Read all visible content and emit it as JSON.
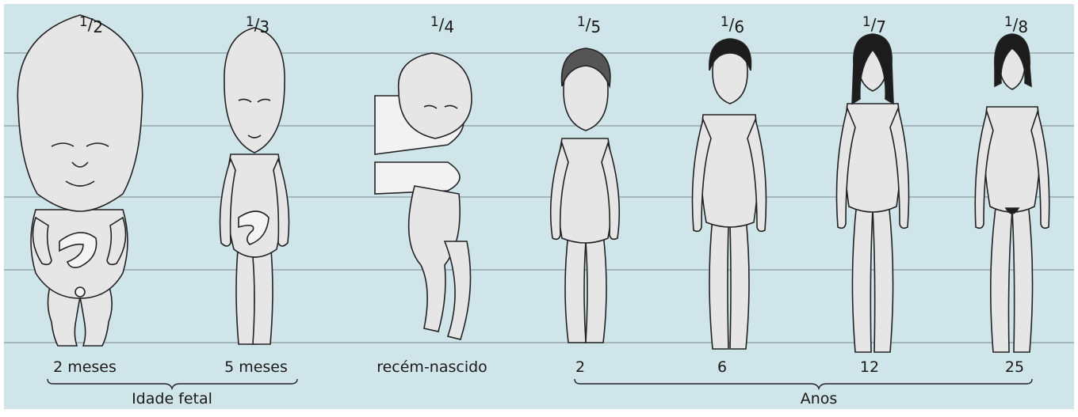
{
  "scale_labels": [
    {
      "num": "1",
      "den": "2"
    },
    {
      "num": "1",
      "den": "3"
    },
    {
      "num": "1",
      "den": "4"
    },
    {
      "num": "1",
      "den": "5"
    },
    {
      "num": "1",
      "den": "6"
    },
    {
      "num": "1",
      "den": "7"
    },
    {
      "num": "1",
      "den": "8"
    }
  ],
  "age_labels": [
    "2 meses",
    "5 meses",
    "recém-nascido",
    "2",
    "6",
    "12",
    "25"
  ],
  "groups": {
    "fetal": "Idade fetal",
    "years": "Anos"
  },
  "colors": {
    "background": "#cfe5ea",
    "guide_lines": "#9aa6aa",
    "figure_fill": "#e6e6e6",
    "figure_stroke": "#222222",
    "hair": "#1c1c1c"
  }
}
